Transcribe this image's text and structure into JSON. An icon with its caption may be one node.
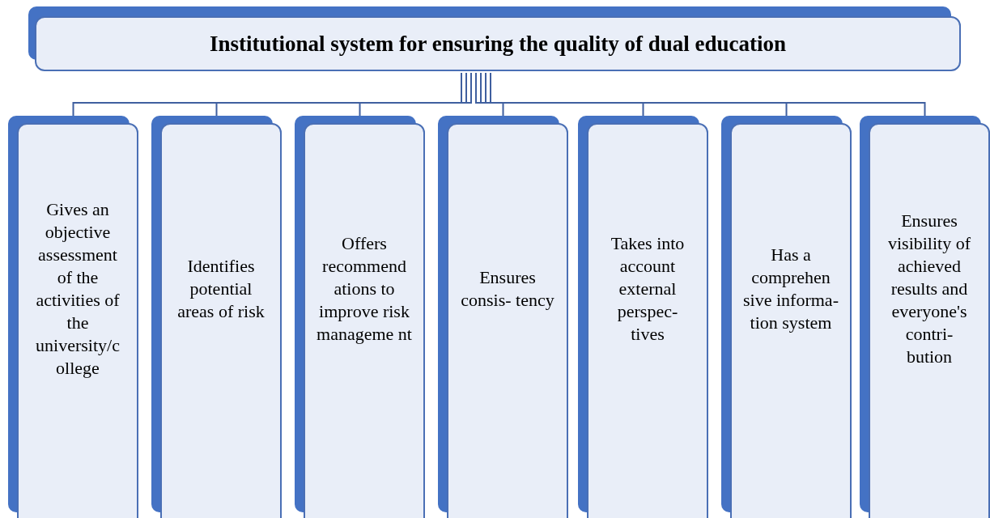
{
  "diagram": {
    "nodes": [
      {
        "text": [
          "Institutional system for ensuring the quality of dual education"
        ]
      },
      {
        "text": [
          "Gives an objective assessment of the activities of the university/c ollege"
        ]
      },
      {
        "text": [
          "Identifies potential areas of risk"
        ]
      },
      {
        "text": [
          "Offers recommend ations to improve risk manageme nt"
        ]
      },
      {
        "text": [
          "Ensures consis- tency"
        ]
      },
      {
        "text": [
          "Takes into account external perspec- tives"
        ]
      },
      {
        "text": [
          "Has a comprehen sive informa- tion system"
        ]
      },
      {
        "text": [
          "Ensures visibility of achieved results and everyone's contri- bution"
        ]
      }
    ],
    "edges": [
      {
        "from": 0,
        "to": 1,
        "arrow": "none"
      },
      {
        "from": 0,
        "to": 2,
        "arrow": "none"
      },
      {
        "from": 0,
        "to": 3,
        "arrow": "none"
      },
      {
        "from": 0,
        "to": 4,
        "arrow": "none"
      },
      {
        "from": 0,
        "to": 5,
        "arrow": "none"
      },
      {
        "from": 0,
        "to": 6,
        "arrow": "none"
      },
      {
        "from": 0,
        "to": 7,
        "arrow": "none"
      }
    ]
  }
}
